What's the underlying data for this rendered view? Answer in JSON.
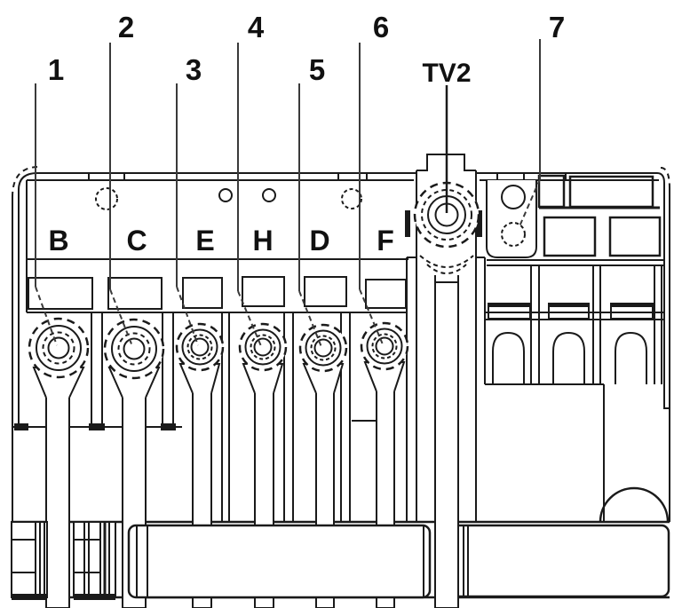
{
  "figure": {
    "background_color": "#ffffff",
    "line_color": "#1a1a1a",
    "text_color": "#111111"
  },
  "callouts": [
    {
      "label": "1"
    },
    {
      "label": "2"
    },
    {
      "label": "3"
    },
    {
      "label": "4"
    },
    {
      "label": "5"
    },
    {
      "label": "6"
    },
    {
      "label": "7"
    }
  ],
  "stud_label": {
    "label": "TV2"
  },
  "fuse_positions": [
    {
      "label": "B"
    },
    {
      "label": "C"
    },
    {
      "label": "E"
    },
    {
      "label": "H"
    },
    {
      "label": "D"
    },
    {
      "label": "F"
    }
  ]
}
